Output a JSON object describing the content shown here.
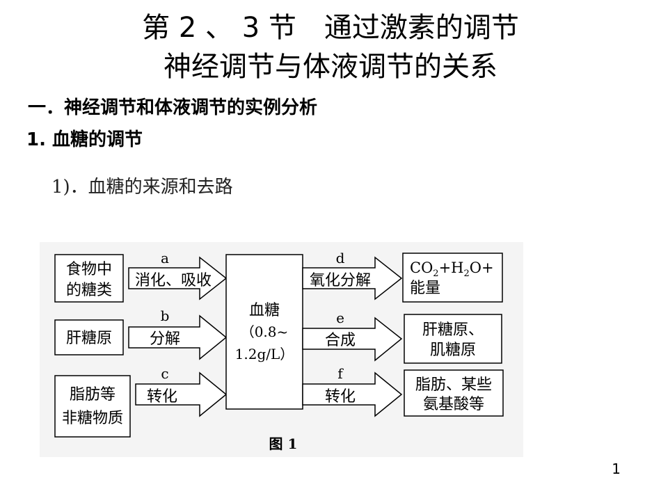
{
  "title": {
    "line1": "第 2 、 3 节　通过激素的调节",
    "line2": "神经调节与体液调节的关系"
  },
  "section": "一．神经调节和体液调节的实例分析",
  "subsection": "1. 血糖的调节",
  "subsubsection": "1)．血糖的来源和去路",
  "page_number": "1",
  "diagram": {
    "sources": [
      {
        "line1": "食物中",
        "line2": "的糖类"
      },
      {
        "line1": "肝糖原",
        "line2": ""
      },
      {
        "line1": "脂肪等",
        "line2": "非糖物质"
      }
    ],
    "in_arrows": [
      {
        "letter": "a",
        "label": "消化、吸收"
      },
      {
        "letter": "b",
        "label": "分解"
      },
      {
        "letter": "c",
        "label": "转化"
      }
    ],
    "center": {
      "line1": "血糖",
      "line2": "（0.8~",
      "line3": "1.2g/L）"
    },
    "out_arrows": [
      {
        "letter": "d",
        "label": "氧化分解"
      },
      {
        "letter": "e",
        "label": "合成"
      },
      {
        "letter": "f",
        "label": "转化"
      }
    ],
    "targets": [
      {
        "line2": "能量"
      },
      {
        "line1": "肝糖原、",
        "line2": "肌糖原"
      },
      {
        "line1": "脂肪、某些",
        "line2": "氨基酸等"
      }
    ],
    "caption": "图 1"
  }
}
